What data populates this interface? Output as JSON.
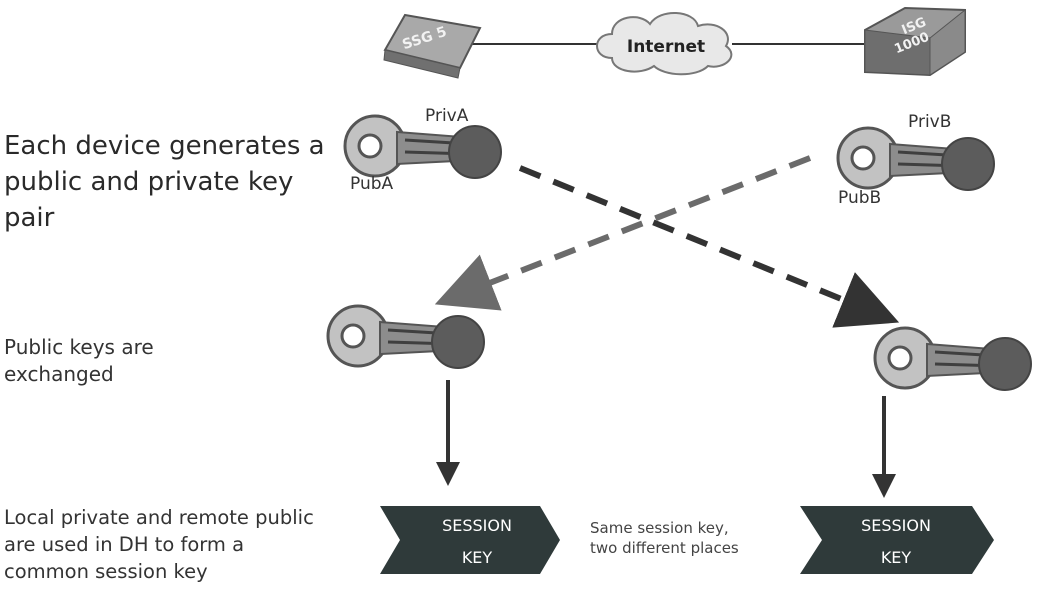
{
  "devices": {
    "left": {
      "label": "SSG 5"
    },
    "right": {
      "label_line1": "ISG",
      "label_line2": "1000"
    }
  },
  "cloud": {
    "label": "Internet"
  },
  "keys": {
    "priv_a": "PrivA",
    "pub_a": "PubA",
    "priv_b": "PrivB",
    "pub_b": "PubB"
  },
  "steps": {
    "step1_line1": "Each device generates a",
    "step1_line2": "public and private key",
    "step1_line3": "pair",
    "step2_line1": "Public keys are",
    "step2_line2": "exchanged",
    "step3_line1": "Local private and remote public",
    "step3_line2": "are used in DH to form a",
    "step3_line3": "common session key"
  },
  "session": {
    "left_line1": "SESSION",
    "left_line2": "KEY",
    "right_line1": "SESSION",
    "right_line2": "KEY",
    "note_line1": "Same session key,",
    "note_line2": "two different places"
  },
  "colors": {
    "key_light": "#bdbdbd",
    "key_dark": "#5a5a5a",
    "arrow_dark": "#333333",
    "arrow_gray": "#6b6b6b",
    "banner": "#2f3a3a"
  }
}
